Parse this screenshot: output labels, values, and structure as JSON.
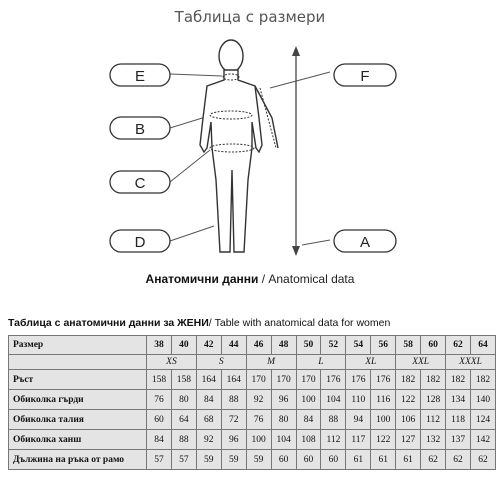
{
  "header": {
    "title": "Таблица с размери"
  },
  "figure": {
    "labels": {
      "e": "E",
      "b": "B",
      "c": "C",
      "d": "D",
      "f": "F",
      "a": "A"
    }
  },
  "caption": {
    "bold": "Анатомични данни",
    "light": " / Anatomical data"
  },
  "section": {
    "title_bold": "Таблица с анатомични данни за ЖЕНИ",
    "title_light": "/ Table with anatomical data for women"
  },
  "table": {
    "header_label": "Размер",
    "sizes": [
      "38",
      "40",
      "42",
      "44",
      "46",
      "48",
      "50",
      "52",
      "54",
      "56",
      "58",
      "60",
      "62",
      "64"
    ],
    "codes": [
      "XS",
      "S",
      "M",
      "L",
      "XL",
      "XXL",
      "XXXL"
    ],
    "rows": [
      {
        "label": "Ръст",
        "values": [
          "158",
          "158",
          "164",
          "164",
          "170",
          "170",
          "170",
          "176",
          "176",
          "176",
          "182",
          "182",
          "182",
          "182"
        ]
      },
      {
        "label": "Обиколка гърди",
        "values": [
          "76",
          "80",
          "84",
          "88",
          "92",
          "96",
          "100",
          "104",
          "110",
          "116",
          "122",
          "128",
          "134",
          "140"
        ]
      },
      {
        "label": "Обиколка талия",
        "values": [
          "60",
          "64",
          "68",
          "72",
          "76",
          "80",
          "84",
          "88",
          "94",
          "100",
          "106",
          "112",
          "118",
          "124"
        ]
      },
      {
        "label": "Обиколка ханш",
        "values": [
          "84",
          "88",
          "92",
          "96",
          "100",
          "104",
          "108",
          "112",
          "117",
          "122",
          "127",
          "132",
          "137",
          "142"
        ]
      },
      {
        "label": "Дължина на ръка от рамо",
        "values": [
          "57",
          "57",
          "59",
          "59",
          "59",
          "60",
          "60",
          "60",
          "61",
          "61",
          "61",
          "62",
          "62",
          "62"
        ]
      }
    ]
  }
}
